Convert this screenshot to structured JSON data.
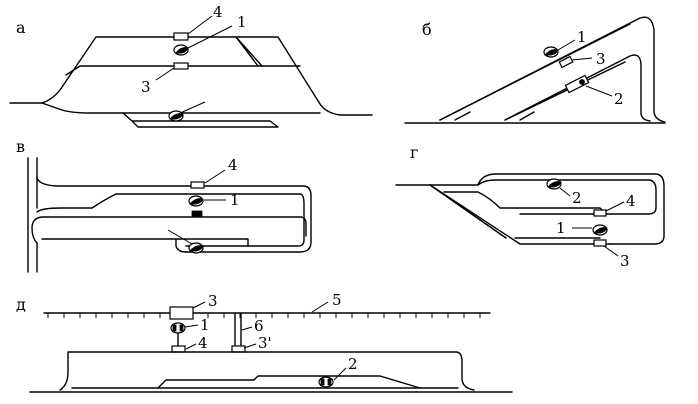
{
  "panels": {
    "a": {
      "letter": "а",
      "n1": "1",
      "n3": "3",
      "n4": "4"
    },
    "b": {
      "letter": "б",
      "n1": "1",
      "n2": "2",
      "n3": "3"
    },
    "v": {
      "letter": "в",
      "n1": "1",
      "n4": "4"
    },
    "g": {
      "letter": "г",
      "n1": "1",
      "n2": "2",
      "n3": "3",
      "n4": "4"
    },
    "d": {
      "letter": "д",
      "n1": "1",
      "n2": "2",
      "n3": "3",
      "n3p": "3'",
      "n4": "4",
      "n5": "5",
      "n6": "6"
    }
  }
}
